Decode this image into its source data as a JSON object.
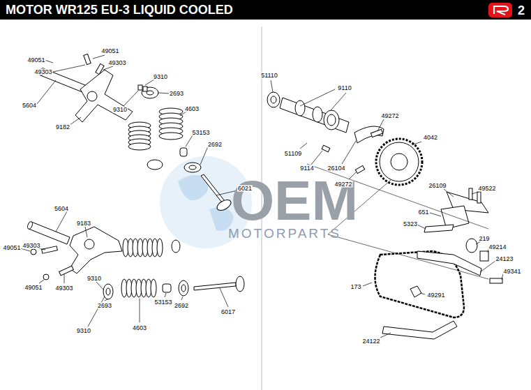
{
  "diagram": {
    "title": "MOTOR WR125 EU-3 LIQUID COOLED",
    "labels": [
      "2",
      "OEM",
      "MOTORPARTS",
      "49051",
      "49051",
      "49303",
      "49303",
      "9310",
      "2693",
      "9310",
      "5604",
      "4603",
      "9182",
      "53153",
      "2692",
      "6021",
      "5604",
      "9183",
      "49051",
      "49303",
      "49051",
      "49303",
      "9310",
      "9310",
      "2693",
      "4603",
      "53153",
      "2692",
      "6017",
      "51110",
      "9110",
      "49272",
      "4042",
      "51109",
      "9114",
      "26104",
      "49272",
      "49522",
      "26109",
      "651",
      "5323",
      "219",
      "49214",
      "24123",
      "49341",
      "173",
      "49291",
      "24122"
    ]
  }
}
